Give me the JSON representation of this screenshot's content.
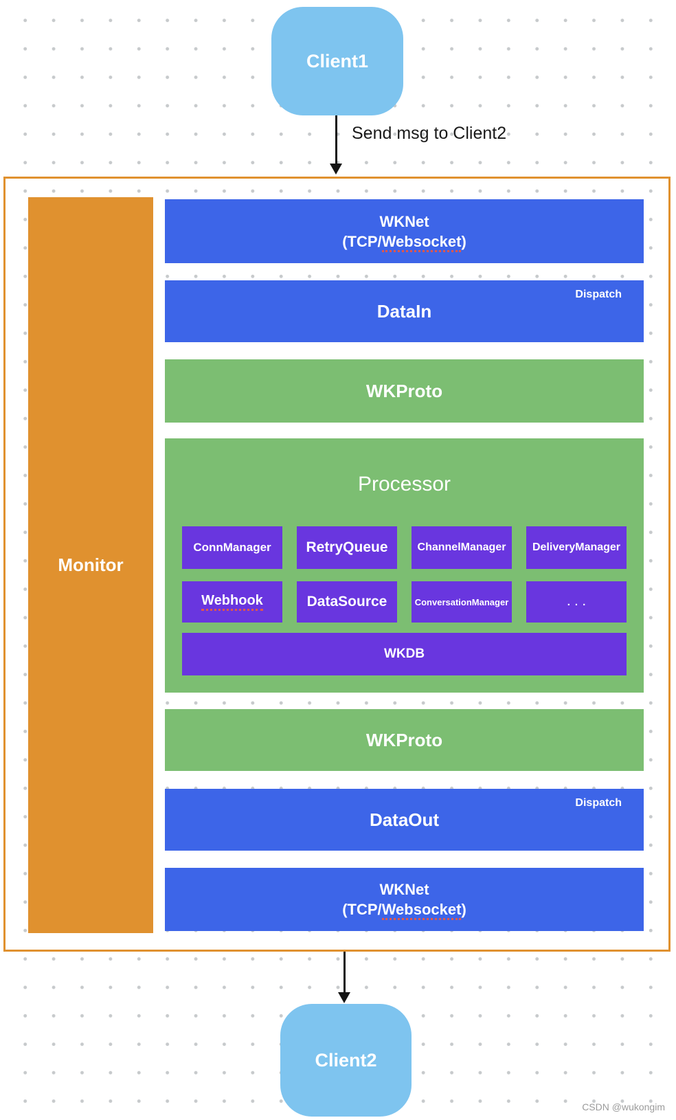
{
  "colors": {
    "blue": "#3D65E8",
    "green": "#7CBE72",
    "purple": "#6936DF",
    "orange": "#E0912F",
    "client_blue": "#7EC4EF",
    "underline_red": "#E2574B",
    "arrow_black": "#141414",
    "dot_grey": "#C7CACC",
    "watermark_grey": "#9B9B9B",
    "text_dark": "#1A1A1A"
  },
  "top": {
    "client1_label": "Client1",
    "edge_label": "Send msg to Client2"
  },
  "server": {
    "monitor_label": "Monitor",
    "wknet_in": {
      "line1": "WKNet",
      "l2_pre": "(TCP/",
      "l2_word": "Websocket",
      "l2_post": ")"
    },
    "datain": {
      "label": "DataIn",
      "corner_label": "Dispatch"
    },
    "wkproto_in": {
      "label": "WKProto"
    },
    "processor": {
      "title": "Processor",
      "row1": [
        "ConnManager",
        "RetryQueue",
        "ChannelManager",
        "DeliveryManager"
      ],
      "row2": [
        "Webhook",
        "DataSource",
        "ConversationManager",
        "..."
      ],
      "db_label": "WKDB"
    },
    "wkproto_out": {
      "label": "WKProto"
    },
    "dataout": {
      "label": "DataOut",
      "corner_label": "Dispatch"
    },
    "wknet_out": {
      "line1": "WKNet",
      "l2_pre": "(TCP/",
      "l2_word": "Websocket",
      "l2_post": ")"
    }
  },
  "bottom": {
    "client2_label": "Client2"
  },
  "watermark": "CSDN @wukongim"
}
